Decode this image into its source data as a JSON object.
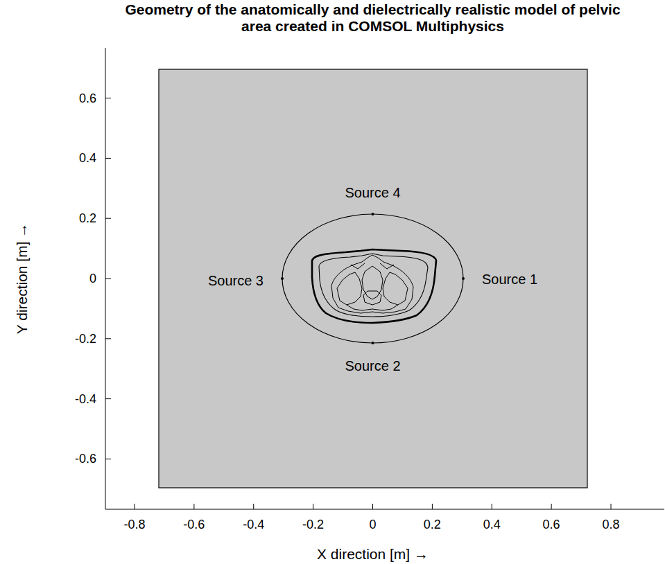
{
  "diagram": {
    "title": "Geometry of the anatomically and dielectrically realistic model of pelvic area created in COMSOL Multiphysics",
    "labels": [
      "Source 4",
      "Source 3",
      "Source 1",
      "Source 2",
      "0.6",
      "0.4",
      "0.2",
      "0",
      "-0.2",
      "-0.4",
      "-0.6",
      "-0.8",
      "-0.6",
      "-0.4",
      "-0.2",
      "0",
      "0.2",
      "0.4",
      "0.6",
      "0.8",
      "Y direction [m] →",
      "X direction [m] →"
    ]
  }
}
